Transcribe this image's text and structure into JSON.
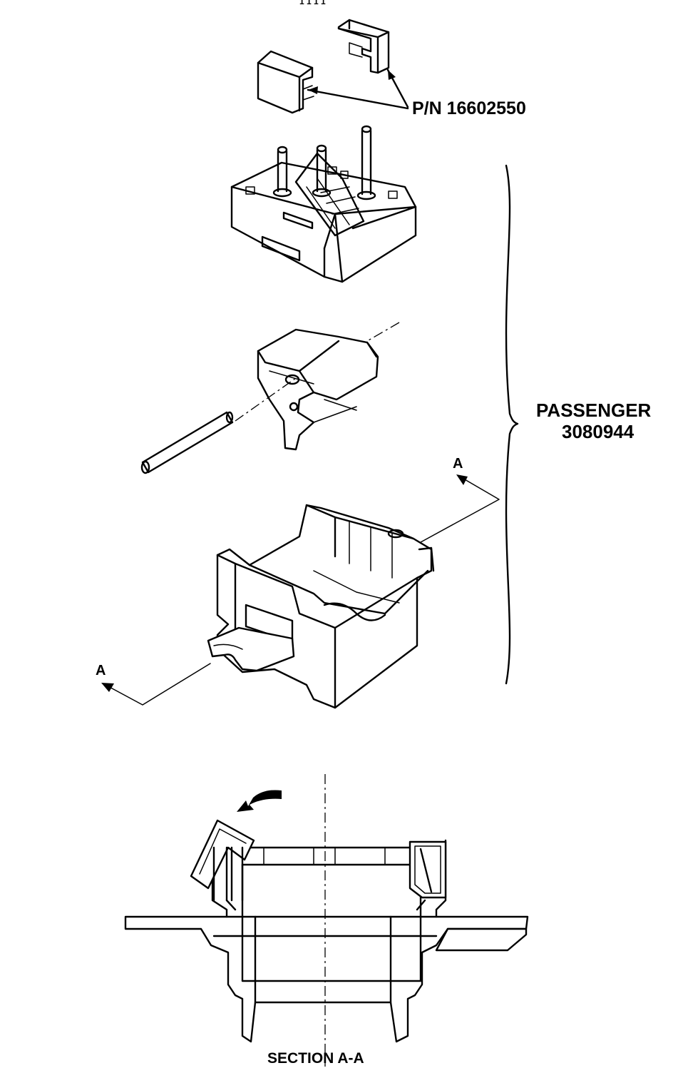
{
  "diagram": {
    "header_fragment": "1 1 1 1",
    "part_number_label": "P/N 16602550",
    "group_name": "PASSENGER",
    "group_number": "3080944",
    "section_marker": "A",
    "section_title": "SECTION A-A"
  },
  "colors": {
    "ink": "#000000",
    "paper": "#ffffff"
  },
  "icons": [
    "clip-icon",
    "switch-housing-icon",
    "actuator-icon",
    "pin-icon",
    "base-housing-icon",
    "rotation-arrow-icon"
  ]
}
